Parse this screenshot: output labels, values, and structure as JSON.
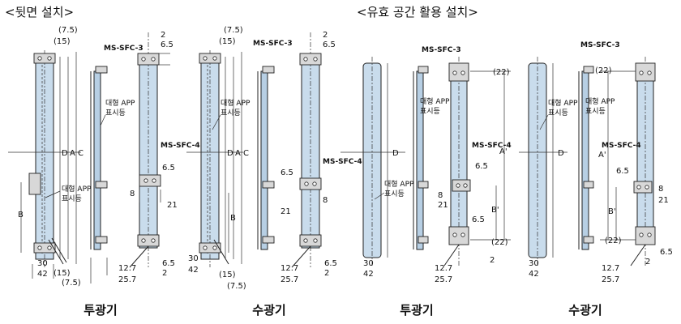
{
  "headings": {
    "rear": "<뒷면 설치>",
    "effective": "<유효 공간 활용 설치>"
  },
  "captions": {
    "emitter_1": "투광기",
    "receiver_1": "수광기",
    "emitter_2": "투광기",
    "receiver_2": "수광기"
  },
  "parts": {
    "bracket_top": "MS-SFC-3",
    "bracket_mid": "MS-SFC-4"
  },
  "labels": {
    "indicator_line1": "대형 APP",
    "indicator_line2": "표시등"
  },
  "dims": {
    "d7_5": "(7.5)",
    "d15": "(15)",
    "d22": "(22)",
    "d2": "2",
    "d6_5": "6.5",
    "d8": "8",
    "d21": "21",
    "d30": "30",
    "d42": "42",
    "d12_7": "12.7",
    "d25_7": "25.7",
    "A": "A",
    "B": "B",
    "C": "C",
    "D": "D",
    "Ap": "A'",
    "Bp": "B'"
  }
}
